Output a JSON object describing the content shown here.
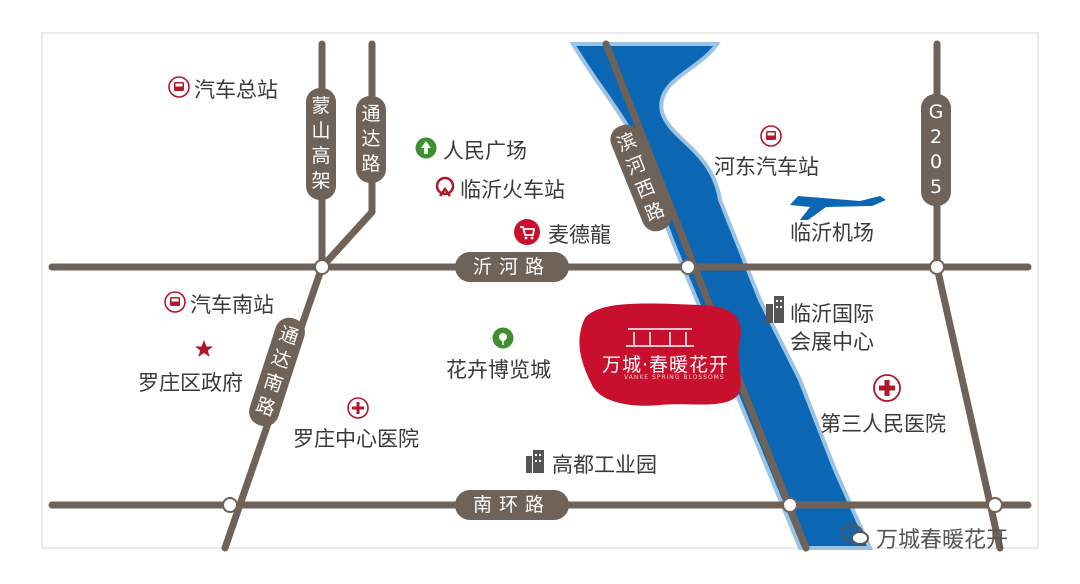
{
  "roads": {
    "mengshan": "蒙山高架",
    "tongda": "通达路",
    "binhexi": "滨河西路",
    "g205": "G205",
    "yihe": "沂河路",
    "tongdanan": "通达南路",
    "nanhuan": "南环路"
  },
  "places": {
    "bus_main": "汽车总站",
    "renmin_square": "人民广场",
    "train_station": "临沂火车站",
    "mcd": "麦德龍",
    "hedong_bus": "河东汽车站",
    "airport": "临沂机场",
    "bus_south": "汽车南站",
    "luozhuang_gov": "罗庄区政府",
    "flower_expo": "花卉博览城",
    "expo_center_1": "临沂国际",
    "expo_center_2": "会展中心",
    "luozhuang_hospital": "罗庄中心医院",
    "gaodu_park": "高都工业园",
    "third_hospital": "第三人民医院"
  },
  "project": {
    "name": "万城·春暖花开",
    "subtitle": "VANKE SPRING BLOSSOMS"
  },
  "watermark": "万城春暖花开",
  "colors": {
    "road": "#6f6258",
    "river": "#0b66b3",
    "river_edge": "#9cc2e4",
    "project": "#c8102e",
    "poi_red": "#b0172b",
    "poi_green": "#3e8f2e",
    "label": "#3a3a3a"
  }
}
